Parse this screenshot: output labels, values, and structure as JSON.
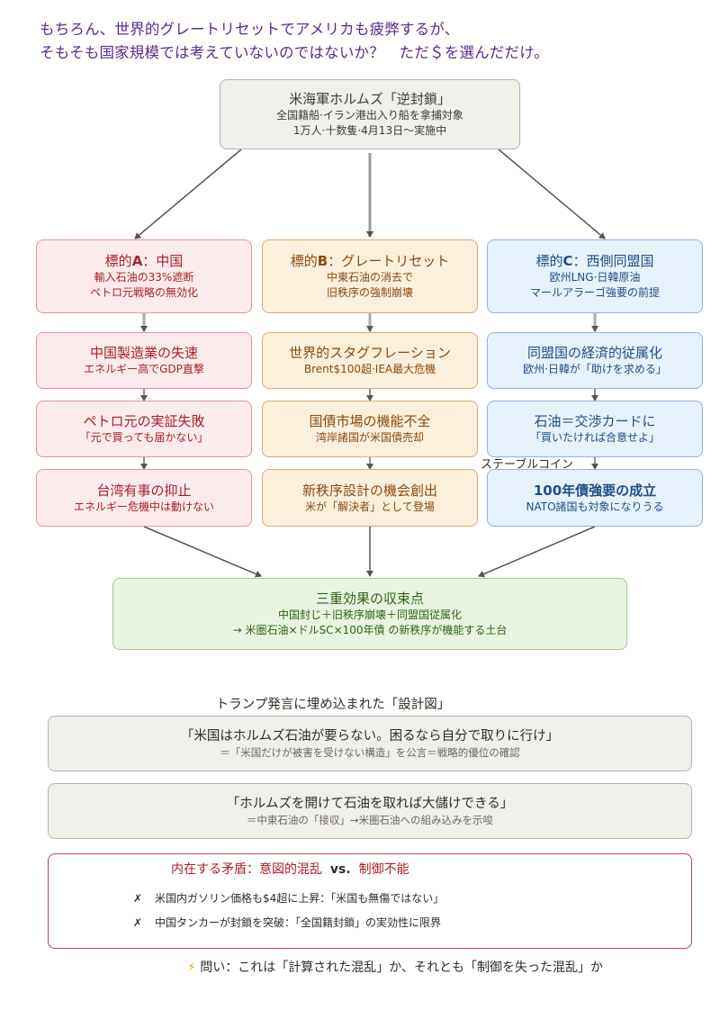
{
  "heading": {
    "line1": "もちろん、世界的グレートリセットでアメリカも疲弊するが、",
    "line2": "そもそも国家規模では考えていないのではないか？　ただ＄を選んだだけ。"
  },
  "top_box": {
    "title": "米海軍ホルムズ「逆封鎖」",
    "line1": "全国籍船·イラン港出入り船を拿捕対象",
    "line2": "1万人·十数隻·4月13日〜実施中"
  },
  "column_a": {
    "target": {
      "title_pre": "標的",
      "title_bold": "A",
      "title_post": "：中国",
      "line1": "輸入石油の33%遮断",
      "line2": "ペトロ元戦略の無効化"
    },
    "step1": {
      "title": "中国製造業の失速",
      "sub": "エネルギー高でGDP直撃"
    },
    "step2": {
      "title": "ペトロ元の実証失敗",
      "sub": "「元で買っても届かない」"
    },
    "step3": {
      "title": "台湾有事の抑止",
      "sub": "エネルギー危機中は動けない"
    }
  },
  "column_b": {
    "target": {
      "title_pre": "標的",
      "title_bold": "B",
      "title_post": "：グレートリセット",
      "line1": "中東石油の消去で",
      "line2": "旧秩序の強制崩壊"
    },
    "step1": {
      "title": "世界的スタグフレーション",
      "sub": "Brent$100超·IEA最大危機"
    },
    "step2": {
      "title": "国債市場の機能不全",
      "sub": "湾岸諸国が米国債売却"
    },
    "step3": {
      "title": "新秩序設計の機会創出",
      "sub": "米が「解決者」として登場"
    }
  },
  "column_c": {
    "target": {
      "title_pre": "標的",
      "title_bold": "C",
      "title_post": "：西側同盟国",
      "line1": "欧州LNG·日韓原油",
      "line2": "マールアラーゴ強要の前提"
    },
    "step1": {
      "title": "同盟国の経済的従属化",
      "sub": "欧州·日韓が「助けを求める」"
    },
    "step2": {
      "title": "石油＝交渉カードに",
      "sub": "「買いたければ合意せよ」"
    },
    "between_label": "ステーブルコイン",
    "step3": {
      "title_bold": "100",
      "title_post": "年債強要の成立",
      "sub": "NATO諸国も対象になりうる"
    }
  },
  "convergence": {
    "title": "三重効果の収束点",
    "line1": "中国封じ＋旧秩序崩壊＋同盟国従属化",
    "line2": "→ 米圏石油×ドルSC×100年債 の新秩序が機能する土台"
  },
  "design_section": {
    "title": "トランプ発言に埋め込まれた「設計図」",
    "quote1": {
      "main": "「米国はホルムズ石油が要らない。困るなら自分で取りに行け」",
      "sub": "＝「米国だけが被害を受けない構造」を公言＝戦略的優位の確認"
    },
    "quote2": {
      "main": "「ホルムズを開けて石油を取れば大儲けできる」",
      "sub": "＝中東石油の「接収」→米圏石油への組み込みを示唆"
    }
  },
  "contradiction": {
    "title_pre": "内在する矛盾：意図的混乱",
    "title_vs": "vs.",
    "title_post": "制御不能",
    "item1": "米国内ガソリン価格も$4超に上昇：「米国も無傷ではない」",
    "item2": "中国タンカーが封鎖を突破：「全国籍封鎖」の実効性に限界",
    "mark": "✗"
  },
  "question": {
    "icon": "⚡",
    "text": "問い：これは「計算された混乱」か、それとも「制御を失った混乱」か"
  },
  "colors": {
    "heading": "#5b2c8a",
    "red": "#a82128",
    "orange": "#8a4a0d",
    "blue": "#1f4e86",
    "green": "#2f6417"
  }
}
